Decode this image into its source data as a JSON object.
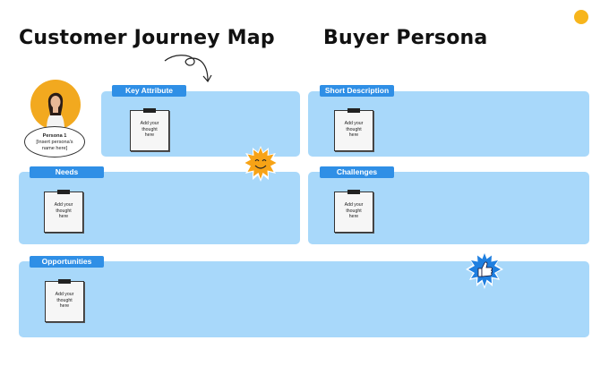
{
  "titles": {
    "left": "Customer Journey Map",
    "right": "Buyer Persona"
  },
  "persona": {
    "name": "Persona 1",
    "line2": "[Insert persona's",
    "line3": "name here]"
  },
  "sections": {
    "key_attribute": "Key Attribute",
    "short_description": "Short Description",
    "needs": "Needs",
    "challenges": "Challenges",
    "opportunities": "Opportunities"
  },
  "note": {
    "line1": "Add your",
    "line2": "thought",
    "line3": "here"
  },
  "colors": {
    "panel": "#a8d8fa",
    "tag": "#2f8fe6",
    "accent_dot": "#f7b51c"
  },
  "icons": [
    "squiggle-arrow-icon",
    "sun-smile-sticker-icon",
    "thumbs-up-sticker-icon"
  ]
}
